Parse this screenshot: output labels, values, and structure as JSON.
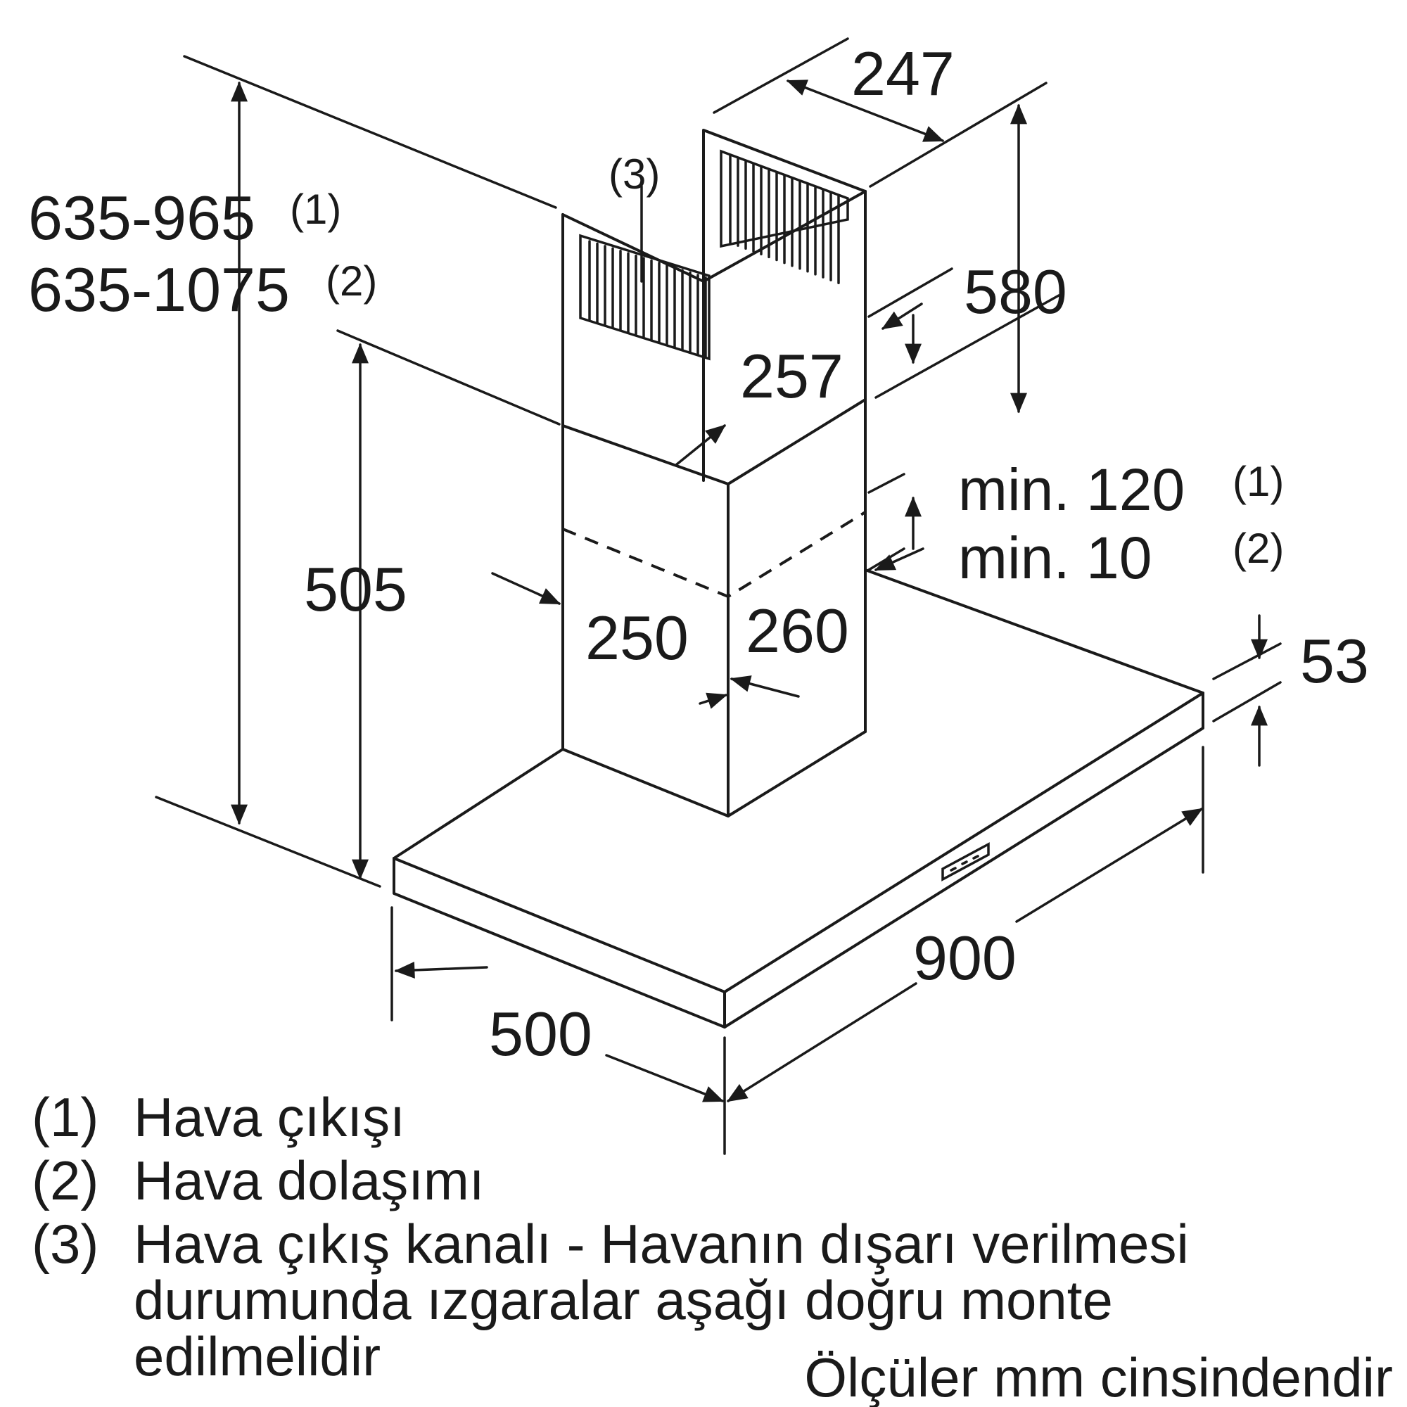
{
  "dimensions": {
    "total_height_1": "635-965",
    "total_height_1_ref": "(1)",
    "total_height_2": "635-1075",
    "total_height_2_ref": "(2)",
    "chimney_depth": "247",
    "upper_chimney_height": "580",
    "upper_chimney_width": "257",
    "lower_chimney_height": "505",
    "lower_chimney_depth": "250",
    "lower_chimney_width": "260",
    "min_gap_1": "min. 120",
    "min_gap_1_ref": "(1)",
    "min_gap_2": "min. 10",
    "min_gap_2_ref": "(2)",
    "canopy_thickness": "53",
    "canopy_width": "900",
    "canopy_depth": "500",
    "vent_ref": "(3)"
  },
  "legend": [
    {
      "num": "(1)",
      "text": "Hava çıkışı"
    },
    {
      "num": "(2)",
      "text": "Hava dolaşımı"
    },
    {
      "num": "(3)",
      "lines": [
        "Hava çıkış kanalı - Havanın dışarı verilmesi",
        "durumunda ızgaralar aşağı doğru monte",
        "edilmelidir"
      ]
    }
  ],
  "units_note": "Ölçüler mm cinsindendir"
}
